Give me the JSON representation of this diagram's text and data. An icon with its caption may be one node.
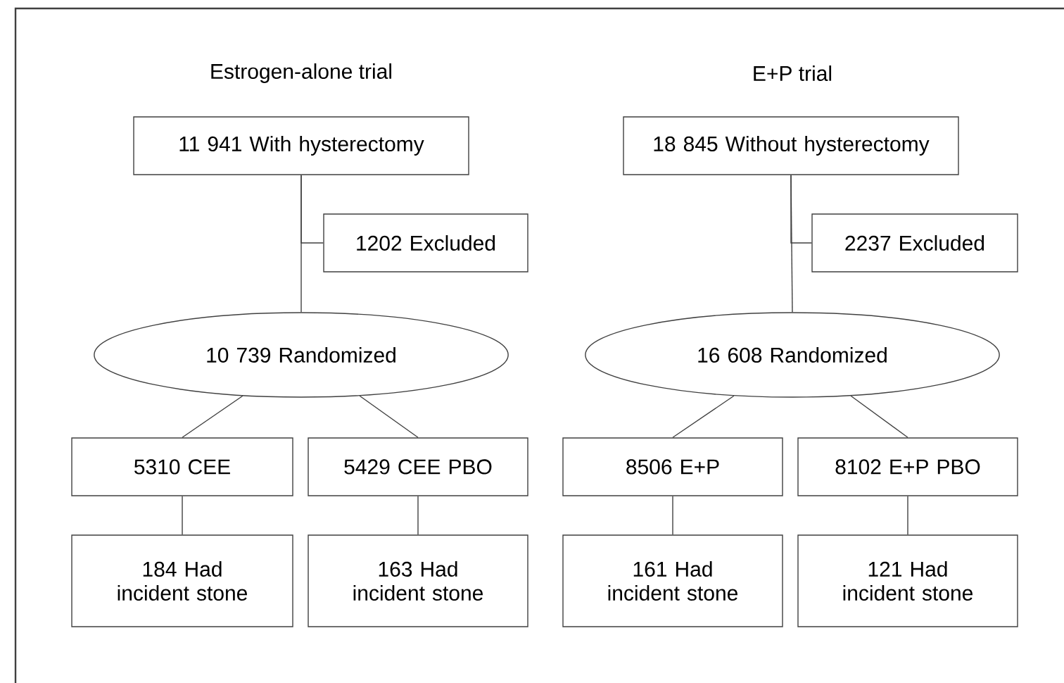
{
  "diagram": {
    "nodes": [
      {
        "text": [
          "11 941 With hysterectomy"
        ]
      },
      {
        "text": [
          "1202 Excluded"
        ]
      },
      {
        "text": [
          "10 739 Randomized"
        ]
      },
      {
        "text": [
          "5310 CEE"
        ]
      },
      {
        "text": [
          "5429 CEE PBO"
        ]
      },
      {
        "text": [
          "184 Had incident stone"
        ]
      },
      {
        "text": [
          "163 Had incident stone"
        ]
      },
      {
        "text": [
          "18 845 Without hysterectomy"
        ]
      },
      {
        "text": [
          "2237 Excluded"
        ]
      },
      {
        "text": [
          "16 608 Randomized"
        ]
      },
      {
        "text": [
          "8506 E+P"
        ]
      },
      {
        "text": [
          "8102 E+P PBO"
        ]
      },
      {
        "text": [
          "161 Had incident stone"
        ]
      },
      {
        "text": [
          "121 Had incident stone"
        ]
      }
    ],
    "edges": [
      {
        "from": 0,
        "to": 1,
        "arrow": "none"
      },
      {
        "from": 0,
        "to": 2,
        "arrow": "none"
      },
      {
        "from": 2,
        "to": 3,
        "arrow": "none"
      },
      {
        "from": 2,
        "to": 4,
        "arrow": "none"
      },
      {
        "from": 3,
        "to": 5,
        "arrow": "none"
      },
      {
        "from": 4,
        "to": 6,
        "arrow": "none"
      },
      {
        "from": 7,
        "to": 8,
        "arrow": "none"
      },
      {
        "from": 7,
        "to": 9,
        "arrow": "none"
      },
      {
        "from": 9,
        "to": 10,
        "arrow": "none"
      },
      {
        "from": 9,
        "to": 11,
        "arrow": "none"
      },
      {
        "from": 10,
        "to": 12,
        "arrow": "none"
      },
      {
        "from": 11,
        "to": 13,
        "arrow": "none"
      }
    ],
    "labels": [
      "Estrogen-alone trial",
      "E+P trial"
    ]
  }
}
